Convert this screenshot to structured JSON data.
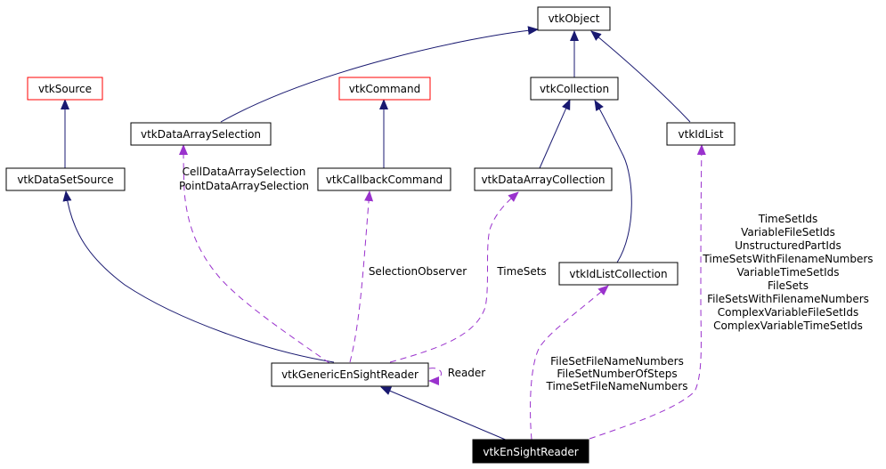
{
  "colors": {
    "inheritance_edge": "#191970",
    "member_edge": "#9a32cd",
    "missing_node_border": "#ff0000",
    "focus_node_fill": "#000000"
  },
  "nodes": {
    "vtkObject": "vtkObject",
    "vtkSource": "vtkSource",
    "vtkCommand": "vtkCommand",
    "vtkCollection": "vtkCollection",
    "vtkDataArraySelection": "vtkDataArraySelection",
    "vtkIdList": "vtkIdList",
    "vtkDataSetSource": "vtkDataSetSource",
    "vtkCallbackCommand": "vtkCallbackCommand",
    "vtkDataArrayCollection": "vtkDataArrayCollection",
    "vtkIdListCollection": "vtkIdListCollection",
    "vtkGenericEnSightReader": "vtkGenericEnSightReader",
    "vtkEnSightReader": "vtkEnSightReader"
  },
  "edge_labels": {
    "selection_1": "CellDataArraySelection",
    "selection_2": "PointDataArraySelection",
    "selection_observer": "SelectionObserver",
    "time_sets": "TimeSets",
    "reader": "Reader",
    "idlistcollection_1": "FileSetFileNameNumbers",
    "idlistcollection_2": "FileSetNumberOfSteps",
    "idlistcollection_3": "TimeSetFileNameNumbers",
    "idlist_labels": [
      "TimeSetIds",
      "VariableFileSetIds",
      "UnstructuredPartIds",
      "TimeSetsWithFilenameNumbers",
      "VariableTimeSetIds",
      "FileSets",
      "FileSetsWithFilenameNumbers",
      "ComplexVariableFileSetIds",
      "ComplexVariableTimeSetIds"
    ]
  }
}
